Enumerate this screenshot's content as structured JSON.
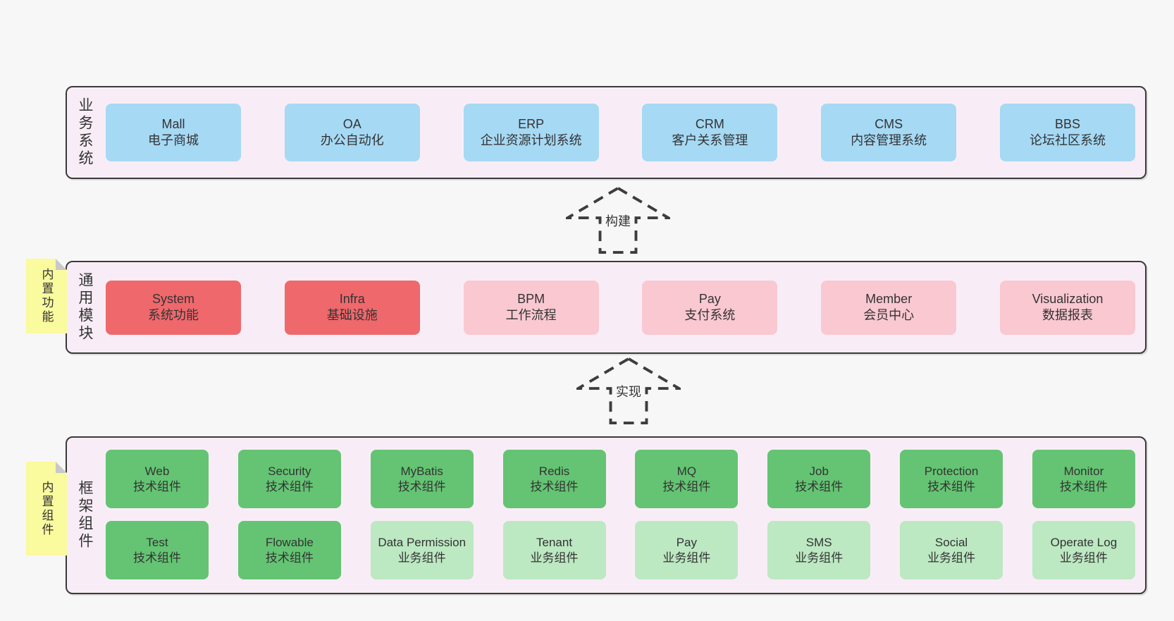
{
  "palette": {
    "page_bg": "#f7f7f7",
    "band_bg": "#f8edf6",
    "band_border": "#3a3a3a",
    "blue_box": "#a6d9f4",
    "red_box": "#ef686c",
    "pink_box": "#fac8d1",
    "green_box": "#64c473",
    "light_green_box": "#bce8c2",
    "sticky_yellow": "#fafa9e",
    "sticky_fold": "#c8c8c8",
    "arrow": "#3d3d3d",
    "text": "#333333"
  },
  "arrows": [
    {
      "label": "构建"
    },
    {
      "label": "实现"
    }
  ],
  "bands": [
    {
      "label": "业务系统",
      "boxes": [
        {
          "en": "Mall",
          "zh": "电子商城",
          "type": "blue"
        },
        {
          "en": "OA",
          "zh": "办公自动化",
          "type": "blue"
        },
        {
          "en": "ERP",
          "zh": "企业资源计划系统",
          "type": "blue"
        },
        {
          "en": "CRM",
          "zh": "客户关系管理",
          "type": "blue"
        },
        {
          "en": "CMS",
          "zh": "内容管理系统",
          "type": "blue"
        },
        {
          "en": "BBS",
          "zh": "论坛社区系统",
          "type": "blue"
        }
      ]
    },
    {
      "label": "通用模块",
      "sticky": {
        "label": "内置功能"
      },
      "boxes": [
        {
          "en": "System",
          "zh": "系统功能",
          "type": "red"
        },
        {
          "en": "Infra",
          "zh": "基础设施",
          "type": "red"
        },
        {
          "en": "BPM",
          "zh": "工作流程",
          "type": "pink"
        },
        {
          "en": "Pay",
          "zh": "支付系统",
          "type": "pink"
        },
        {
          "en": "Member",
          "zh": "会员中心",
          "type": "pink"
        },
        {
          "en": "Visualization",
          "zh": "数据报表",
          "type": "pink"
        }
      ]
    },
    {
      "label": "框架组件",
      "sticky": {
        "label": "内置组件"
      },
      "rows": [
        [
          {
            "en": "Web",
            "zh": "技术组件",
            "type": "green"
          },
          {
            "en": "Security",
            "zh": "技术组件",
            "type": "green"
          },
          {
            "en": "MyBatis",
            "zh": "技术组件",
            "type": "green"
          },
          {
            "en": "Redis",
            "zh": "技术组件",
            "type": "green"
          },
          {
            "en": "MQ",
            "zh": "技术组件",
            "type": "green"
          },
          {
            "en": "Job",
            "zh": "技术组件",
            "type": "green"
          },
          {
            "en": "Protection",
            "zh": "技术组件",
            "type": "green"
          },
          {
            "en": "Monitor",
            "zh": "技术组件",
            "type": "green"
          }
        ],
        [
          {
            "en": "Test",
            "zh": "技术组件",
            "type": "green"
          },
          {
            "en": "Flowable",
            "zh": "技术组件",
            "type": "green"
          },
          {
            "en": "Data Permission",
            "zh": "业务组件",
            "type": "light-green"
          },
          {
            "en": "Tenant",
            "zh": "业务组件",
            "type": "light-green"
          },
          {
            "en": "Pay",
            "zh": "业务组件",
            "type": "light-green"
          },
          {
            "en": "SMS",
            "zh": "业务组件",
            "type": "light-green"
          },
          {
            "en": "Social",
            "zh": "业务组件",
            "type": "light-green"
          },
          {
            "en": "Operate Log",
            "zh": "业务组件",
            "type": "light-green"
          }
        ]
      ]
    }
  ]
}
